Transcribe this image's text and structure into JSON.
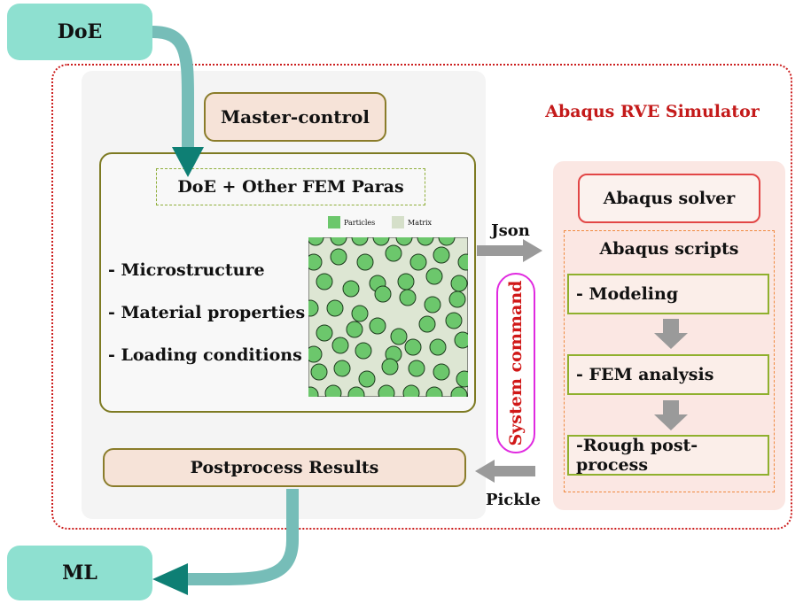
{
  "doe": "DoE",
  "ml": "ML",
  "simulator_title": "Abaqus RVE Simulator",
  "master_control": "Master-control",
  "paras_header": "DoE + Other FEM Paras",
  "params": [
    "- Microstructure",
    "- Material properties",
    "- Loading conditions"
  ],
  "legend": {
    "particles": "Particles",
    "matrix": "Matrix",
    "particle_color": "#6cc76c",
    "matrix_color": "#dde6d3"
  },
  "postprocess": "Postprocess Results",
  "abaqus_solver": "Abaqus solver",
  "abaqus_scripts": "Abaqus scripts",
  "steps": [
    "- Modeling",
    "- FEM analysis",
    "-Rough post-process"
  ],
  "system_command": "System command",
  "json_label": "Json",
  "pickle_label": "Pickle"
}
